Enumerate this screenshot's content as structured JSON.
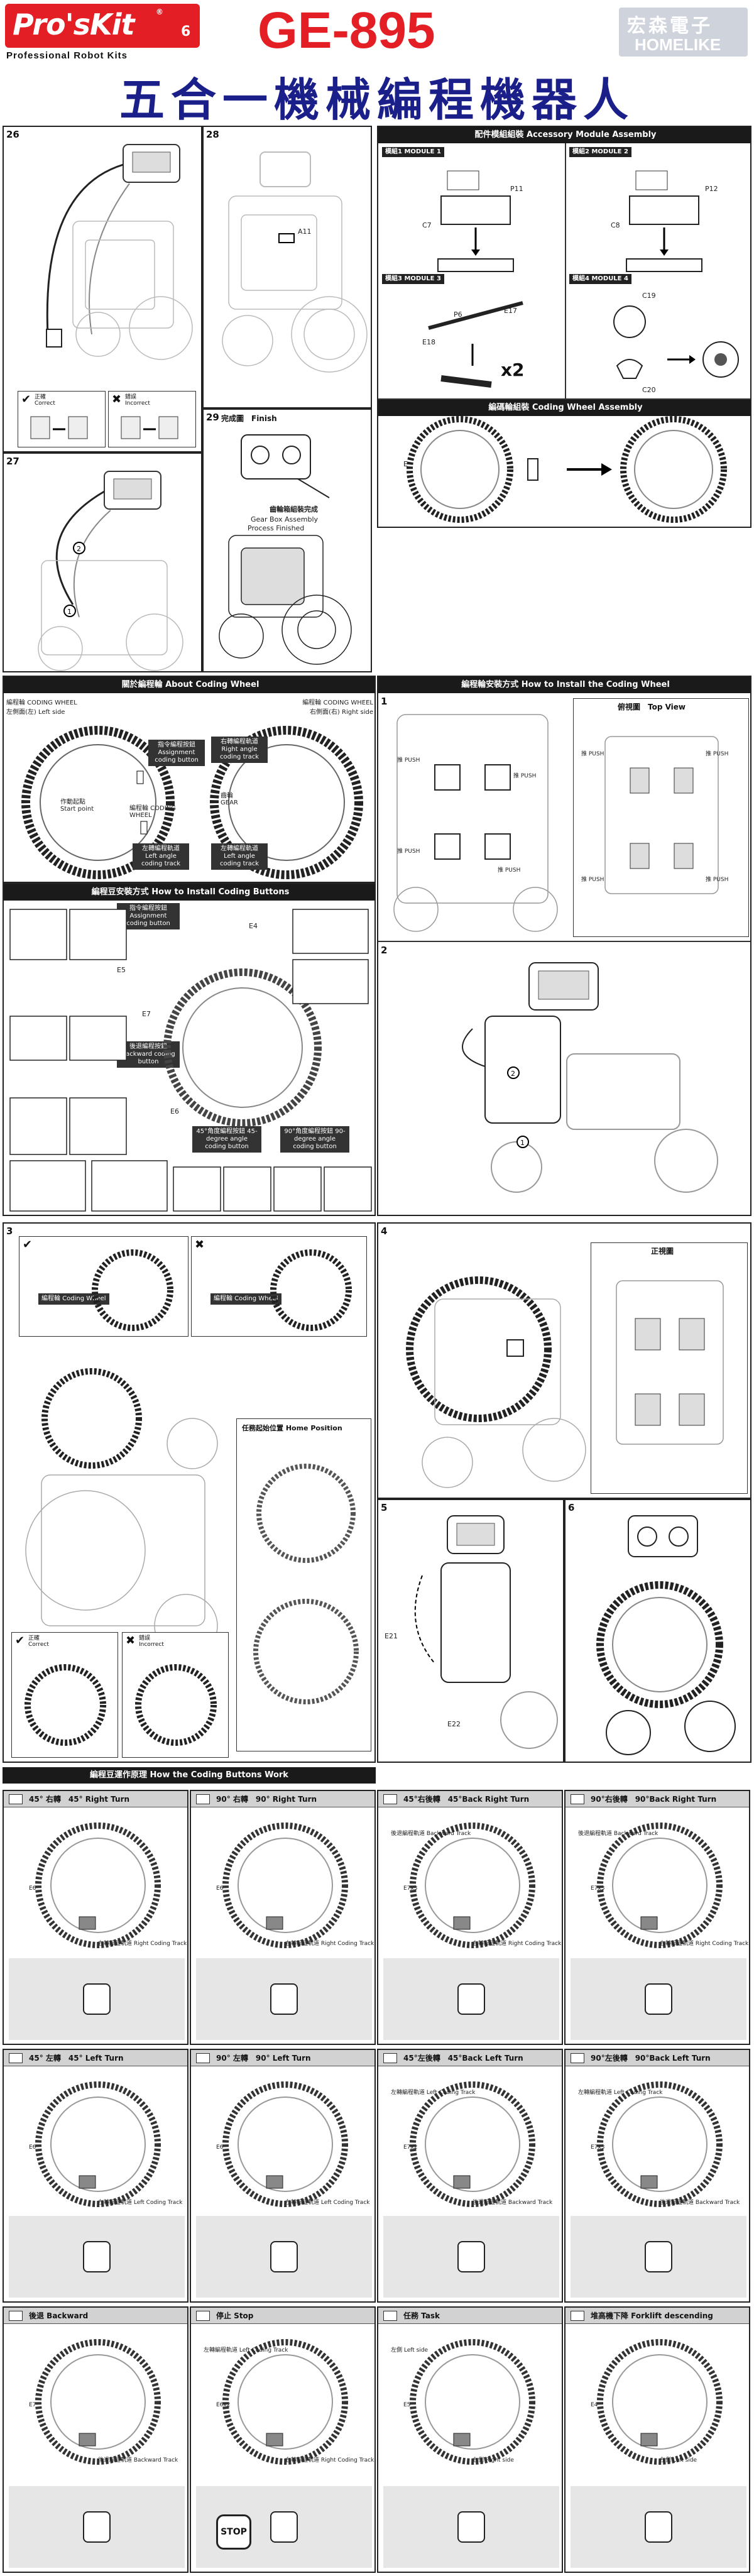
{
  "header": {
    "brand": "Pro'sKit",
    "brand_mark": "®",
    "series": "6",
    "tagline": "Professional Robot Kits",
    "model": "GE-895",
    "title": "五合一機械編程機器人",
    "right_brand_cn": "宏森電子",
    "right_brand_en": "HOMELIKE"
  },
  "steps": {
    "s26": "26",
    "s27": "27",
    "s28": "28",
    "s29": "29",
    "s29_title": "完成圖　Finish",
    "gearbox_cn": "齒輪箱組裝完成",
    "gearbox_en1": "Gear Box Assembly",
    "gearbox_en2": "Process Finished",
    "a11": "A11",
    "correct": "正確",
    "correct_en": "Correct",
    "incorrect": "錯誤",
    "incorrect_en": "Incorrect"
  },
  "accessory": {
    "title": "配件模組組裝  Accessory Module Assembly",
    "m1": "模組1 MODULE 1",
    "m2": "模組2 MODULE 2",
    "m3": "模組3 MODULE 3",
    "m4": "模組4 MODULE 4",
    "p11": "P11",
    "p12": "P12",
    "c7": "C7",
    "c8": "C8",
    "p6": "P6",
    "e17": "E17",
    "e18": "E18",
    "c19": "C19",
    "c20": "C20",
    "x2": "x2"
  },
  "coding_wheel_assembly": {
    "title": "編碼輪組裝  Coding Wheel Assembly",
    "e": "E"
  },
  "about_wheel": {
    "title": "關於編程輪  About Coding Wheel",
    "left_side": "編程輪 CODING WHEEL 左側面(左) Left side",
    "right_side": "編程輪 CODING WHEEL 右側面(右) Right side",
    "start": "作動起點 Start point",
    "coding": "編程輪 CODING WHEEL",
    "assign": "指令編程按鈕 Assignment coding button",
    "right_track": "右轉編程軌道 Right angle coding track",
    "left_track": "左轉編程軌道 Left angle coding track",
    "gear": "齒輪 GEAR"
  },
  "install_wheel": {
    "title": "編程輪安裝方式  How to Install the Coding Wheel",
    "s1": "1",
    "s2": "2",
    "top_view": "俯視圖　Top View",
    "push": "推 PUSH"
  },
  "install_buttons": {
    "title": "編程豆安裝方式  How to Install Coding Buttons",
    "assign": "指令編程按鈕 Assignment coding button",
    "backward": "後退編程按鈕 Backward coding button",
    "e4": "E4",
    "e5": "E5",
    "e6": "E6",
    "e7": "E7",
    "b45": "45°角度編程按鈕 45-degree angle coding button",
    "b90": "90°角度編程按鈕 90-degree angle coding button"
  },
  "steps_b": {
    "s3": "3",
    "s4": "4",
    "s5": "5",
    "s6": "6",
    "wheel": "編程輪 Coding Wheel",
    "home": "任務起始位置  Home Position",
    "front_view": "正視圖",
    "e21": "E21",
    "e22": "E22"
  },
  "work": {
    "title": "編程豆運作原理  How the Coding Buttons Work",
    "cells": [
      {
        "title": "45° 右轉　45° Right Turn",
        "t1": "右轉編程軌道 Right Coding Track",
        "e": "E6"
      },
      {
        "title": "90° 右轉　90° Right Turn",
        "t1": "右轉編程軌道 Right Coding Track",
        "e": "E6"
      },
      {
        "title": "45°右後轉　45°Back Right Turn",
        "t1": "右轉編程軌道 Right Coding Track",
        "t2": "後退編程軌道 Backward Track",
        "e": "E7x3"
      },
      {
        "title": "90°右後轉　90°Back Right Turn",
        "t1": "右轉編程軌道 Right Coding Track",
        "t2": "後退編程軌道 Backward Track",
        "e": "E7x3"
      },
      {
        "title": "45° 左轉　45° Left Turn",
        "t1": "左轉編程軌道 Left Coding Track",
        "e": "E6"
      },
      {
        "title": "90° 左轉　90° Left Turn",
        "t1": "左轉編程軌道 Left Coding Track",
        "e": "E6"
      },
      {
        "title": "45°左後轉　45°Back Left Turn",
        "t1": "後退編程軌道 Backward Track",
        "t2": "左轉編程軌道 Left Coding Track",
        "e": "E7x2"
      },
      {
        "title": "90°左後轉　90°Back Left Turn",
        "t1": "後退編程軌道 Backward Track",
        "t2": "左轉編程軌道 Left Coding Track",
        "e": "E7x3"
      },
      {
        "title": "後退  Backward",
        "t1": "後退編程軌道 Backward Track",
        "e": "E7"
      },
      {
        "title": "停止  Stop",
        "t1": "右轉編程軌道 Right Coding Track",
        "t2": "左轉編程軌道 Left Coding Track",
        "e": "E6x2",
        "stop": "STOP"
      },
      {
        "title": "任務  Task",
        "t1": "右側 Right side",
        "t2": "左側 Left side",
        "e": "E5"
      },
      {
        "title": "堆高機下降 Forklift descending",
        "t1": "左側 Left side",
        "e": "E4"
      }
    ]
  },
  "colors": {
    "brand_red": "#e41e25",
    "title_blue": "#1b1f8a",
    "bar": "#1a1a1a"
  }
}
